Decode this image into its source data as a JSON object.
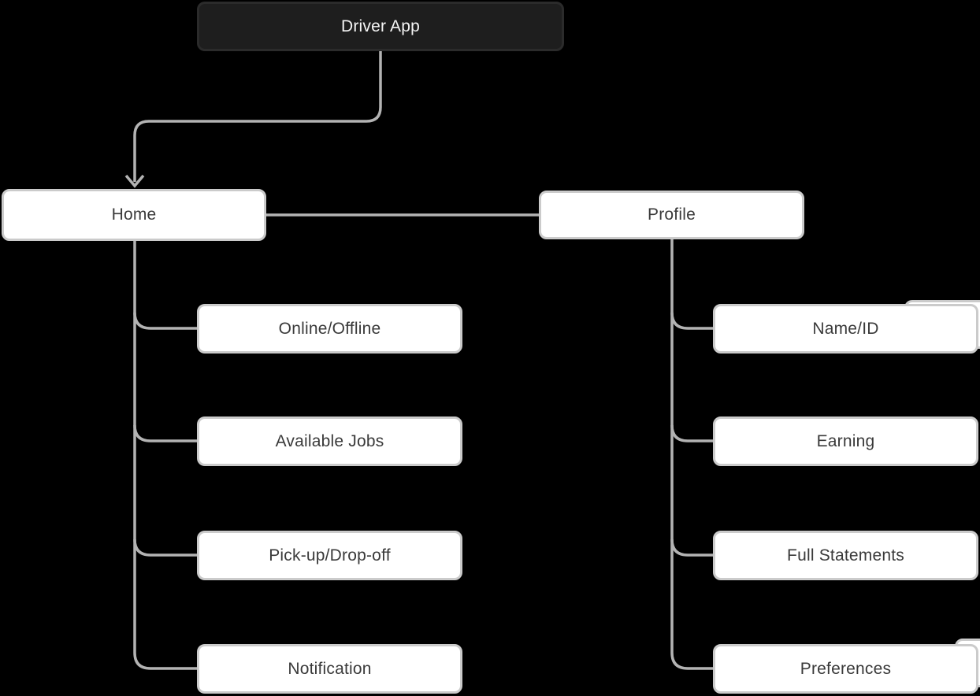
{
  "diagram": {
    "root": {
      "label": "Driver App"
    },
    "level1": {
      "home": {
        "label": "Home"
      },
      "profile": {
        "label": "Profile"
      }
    },
    "home_children": [
      {
        "label": "Online/Offline"
      },
      {
        "label": "Available Jobs"
      },
      {
        "label": "Pick-up/Drop-off"
      },
      {
        "label": "Notification"
      }
    ],
    "profile_children": [
      {
        "label": "Name/ID"
      },
      {
        "label": "Earning"
      },
      {
        "label": "Full Statements"
      },
      {
        "label": "Preferences"
      }
    ]
  },
  "colors": {
    "background": "#000000",
    "node_fill": "#ffffff",
    "node_border": "#cbcbcb",
    "node_text": "#3a3a3a",
    "root_fill": "#1e1e1e",
    "root_border": "#2b2b2b",
    "root_text": "#f5f5f5",
    "connector": "#b3b3b3"
  }
}
